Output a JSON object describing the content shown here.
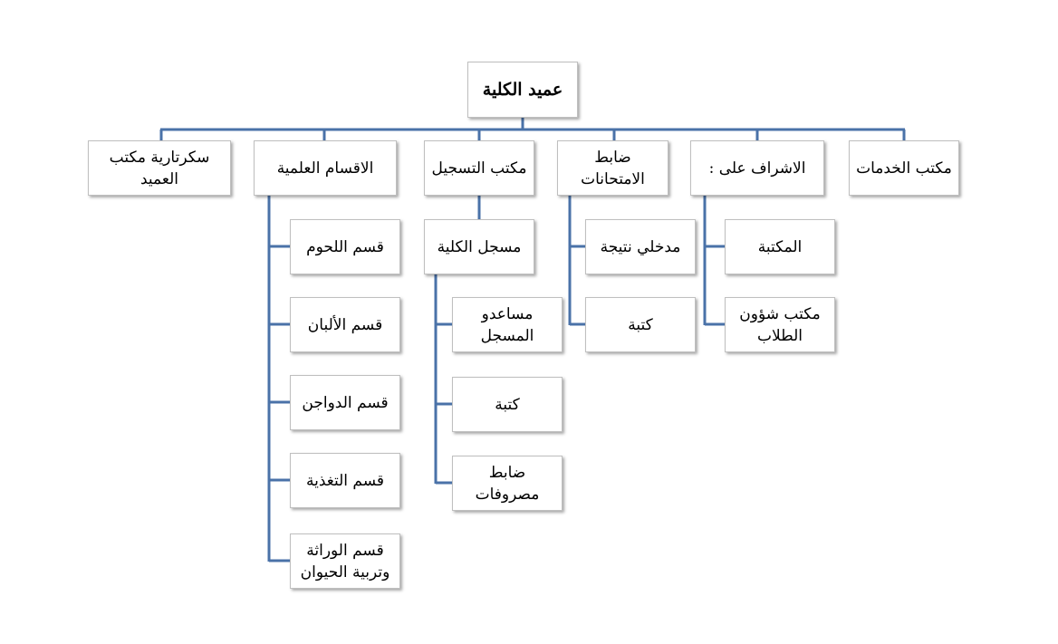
{
  "chart_title": "",
  "root": {
    "label": "عميد الكلية"
  },
  "level1": [
    {
      "label": "سكرتارية مكتب العميد"
    },
    {
      "label": "الاقسام العلمية",
      "children": [
        "قسم اللحوم",
        "قسم الألبان",
        "قسم الدواجن",
        "قسم التغذية",
        "قسم الوراثة وتربية الحيوان"
      ]
    },
    {
      "label": "مكتب التسجيل",
      "children": [
        "مسجل الكلية"
      ],
      "grandchildren": [
        "مساعدو المسجل",
        "كتبة",
        "ضابط مصروفات"
      ]
    },
    {
      "label": "ضابط الامتحانات",
      "children": [
        "مدخلي نتيجة",
        "كتبة"
      ]
    },
    {
      "label": "الاشراف على :",
      "children": [
        "المكتبة",
        "مكتب شؤون الطلاب"
      ]
    },
    {
      "label": "مكتب الخدمات"
    }
  ],
  "colors": {
    "connector": "#4a72a8",
    "box_border": "#bfbfbf"
  }
}
